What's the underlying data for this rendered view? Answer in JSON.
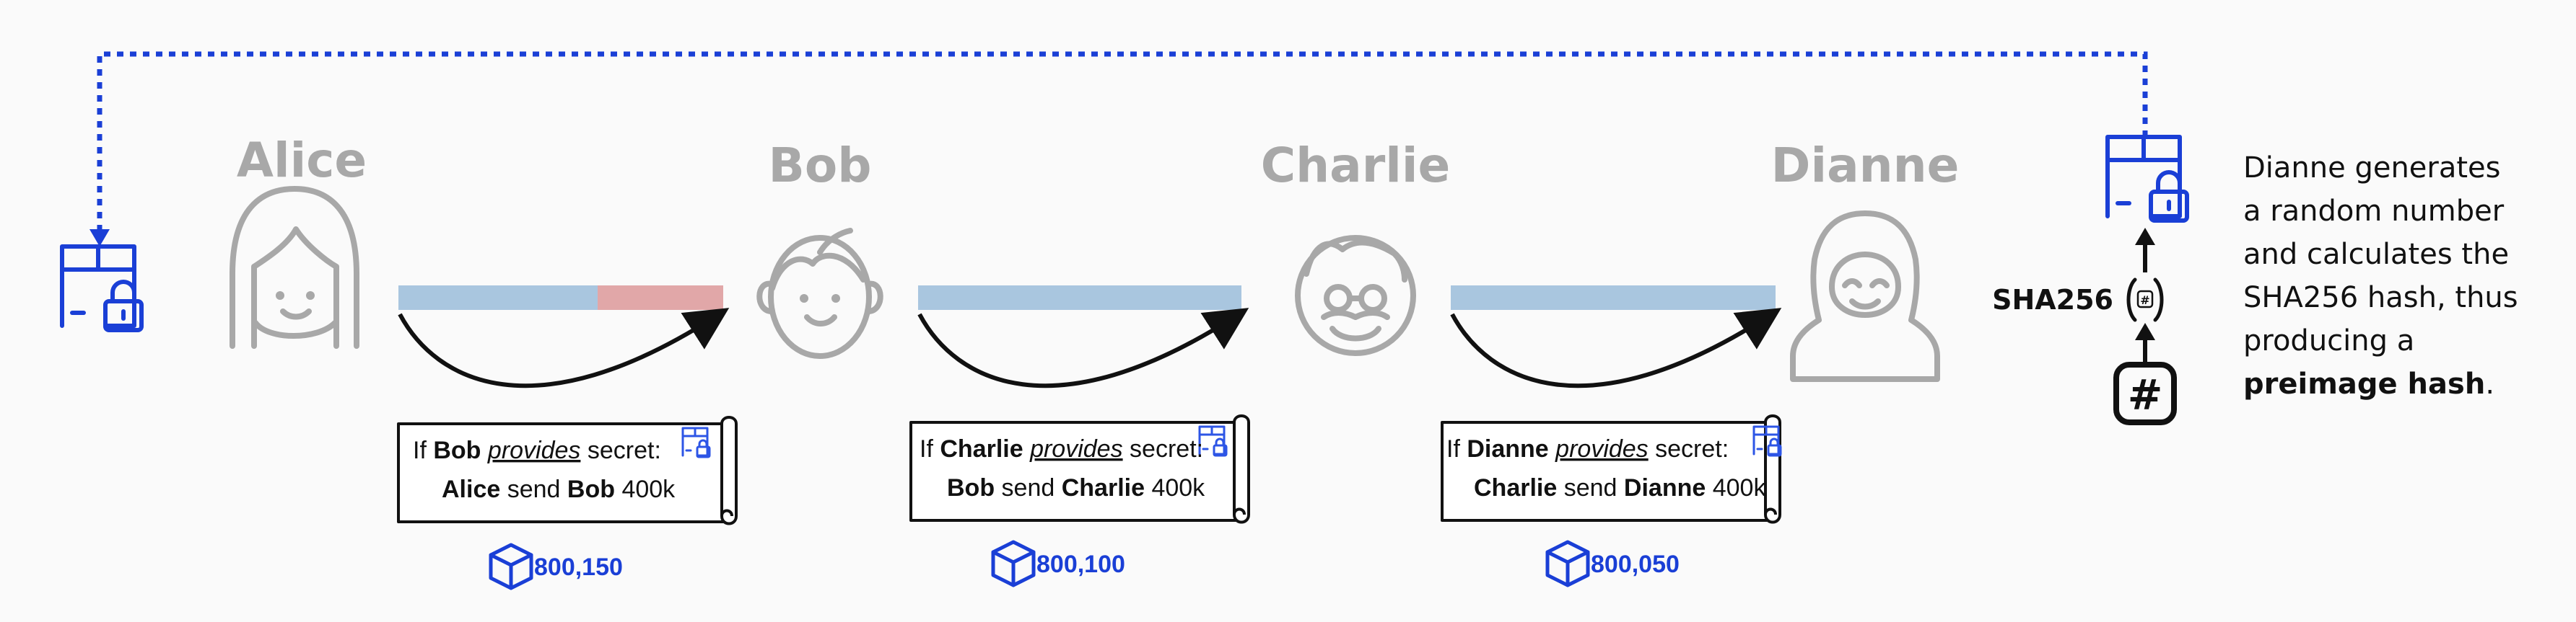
{
  "people": [
    {
      "id": "alice",
      "name": "Alice"
    },
    {
      "id": "bob",
      "name": "Bob"
    },
    {
      "id": "charlie",
      "name": "Charlie"
    },
    {
      "id": "dianne",
      "name": "Dianne"
    }
  ],
  "channels": [
    {
      "from": "Alice",
      "to": "Bob",
      "contract": {
        "if_word": "If",
        "payee": "Bob",
        "provides_word": "provides",
        "secret_word": "secret:",
        "payer": "Alice",
        "send_word": "send",
        "recipient": "Bob",
        "amount": "400k"
      },
      "block_height": "800,150"
    },
    {
      "from": "Bob",
      "to": "Charlie",
      "contract": {
        "if_word": "If",
        "payee": "Charlie",
        "provides_word": "provides",
        "secret_word": "secret:",
        "payer": "Bob",
        "send_word": "send",
        "recipient": "Charlie",
        "amount": "400k"
      },
      "block_height": "800,100"
    },
    {
      "from": "Charlie",
      "to": "Dianne",
      "contract": {
        "if_word": "If",
        "payee": "Dianne",
        "provides_word": "provides",
        "secret_word": "secret:",
        "payer": "Charlie",
        "send_word": "send",
        "recipient": "Dianne",
        "amount": "400k"
      },
      "block_height": "800,050"
    }
  ],
  "hash_label": "SHA256",
  "description": {
    "line1": "Dianne generates",
    "line2": "a random number",
    "line3": "and calculates the",
    "line4": "SHA256 hash, thus",
    "line5": "producing a",
    "bold": "preimage hash",
    "end": "."
  },
  "colors": {
    "accent_blue": "#1a3fd6",
    "channel_blue": "#a9c6df",
    "channel_red": "#e1a7a8",
    "person_gray": "#a8a8a8"
  },
  "icons": [
    "lock-icon",
    "person-alice-icon",
    "person-bob-icon",
    "person-charlie-icon",
    "person-dianne-icon",
    "hash-icon",
    "sha256-function-icon",
    "block-icon",
    "contract-scroll-icon"
  ]
}
